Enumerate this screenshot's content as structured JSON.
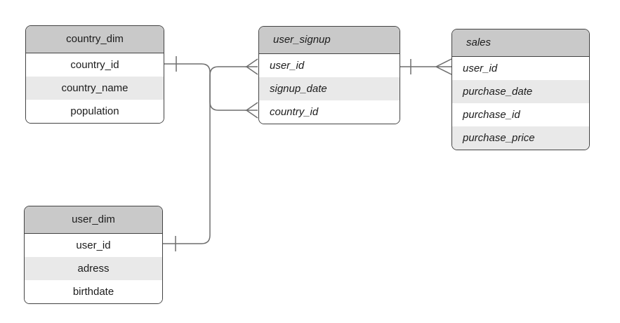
{
  "diagram": {
    "type": "entity-relationship-diagram",
    "colors": {
      "background": "#ffffff",
      "header_fill": "#c9c9c9",
      "row_fill": "#ffffff",
      "row_alt_fill": "#e9e9e9",
      "border": "#434343",
      "connector": "#6e6e6e",
      "text": "#1c1c1c"
    },
    "tables": [
      {
        "title": "country_dim",
        "style": "plain-centered",
        "fields": [
          "country_id",
          "country_name",
          "population"
        ]
      },
      {
        "title": "user_signup",
        "style": "italic-left",
        "fields": [
          "user_id",
          "signup_date",
          "country_id"
        ]
      },
      {
        "title": "sales",
        "style": "italic-left",
        "fields": [
          "user_id",
          "purchase_date",
          "purchase_id",
          "purchase_price"
        ]
      },
      {
        "title": "user_dim",
        "style": "plain-centered",
        "fields": [
          "user_id",
          "adress",
          "birthdate"
        ]
      }
    ],
    "relationships": [
      {
        "from": "country_dim.country_id",
        "to": "user_signup.country_id",
        "from_cardinality": "one",
        "to_cardinality": "many",
        "notation": "crow-foot"
      },
      {
        "from": "user_dim.user_id",
        "to": "user_signup.user_id",
        "from_cardinality": "one",
        "to_cardinality": "many",
        "notation": "crow-foot"
      },
      {
        "from": "user_signup.user_id",
        "to": "sales.user_id",
        "from_cardinality": "one",
        "to_cardinality": "many",
        "notation": "crow-foot"
      }
    ]
  }
}
